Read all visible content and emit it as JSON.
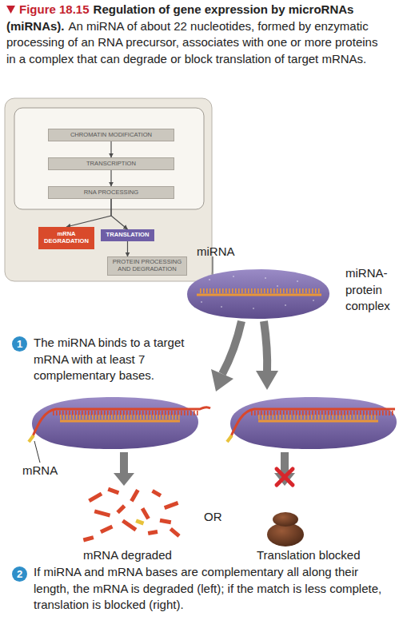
{
  "diagram": {
    "title": "Regulation of gene expression by microRNAs (miRNAs).",
    "caption": "An miRNA of about 22 nucleotides, formed by enzymatic processing of an RNA precursor, associates with one or more proteins in a complex that can degrade or block translation of target mRNAs.",
    "nodes": [
      {
        "text": [
          "CHROMATIN MODIFICATION"
        ]
      },
      {
        "text": [
          "TRANSCRIPTION"
        ]
      },
      {
        "text": [
          "RNA PROCESSING"
        ]
      },
      {
        "text": [
          "mRNA DEGRADATION"
        ]
      },
      {
        "text": [
          "TRANSLATION"
        ]
      },
      {
        "text": [
          "PROTEIN PROCESSING AND DEGRADATION"
        ]
      },
      {
        "text": [
          "miRNA",
          "miRNA-protein complex"
        ]
      }
    ],
    "edges": [
      {
        "from": 0,
        "to": 1,
        "arrow": "to"
      },
      {
        "from": 1,
        "to": 2,
        "arrow": "to"
      },
      {
        "from": 2,
        "to": 3,
        "arrow": "to"
      },
      {
        "from": 2,
        "to": 4,
        "arrow": "to"
      },
      {
        "from": 4,
        "to": 5,
        "arrow": "to"
      }
    ],
    "labels": [
      "Figure 18.15",
      "1",
      "The miRNA binds to a target mRNA with at least 7 complementary bases.",
      "mRNA",
      "OR",
      "mRNA degraded",
      "Translation blocked",
      "2",
      "If miRNA and mRNA bases are complementary all along their length, the mRNA is degraded (left); if the match is less complete, translation is blocked (right)."
    ]
  }
}
